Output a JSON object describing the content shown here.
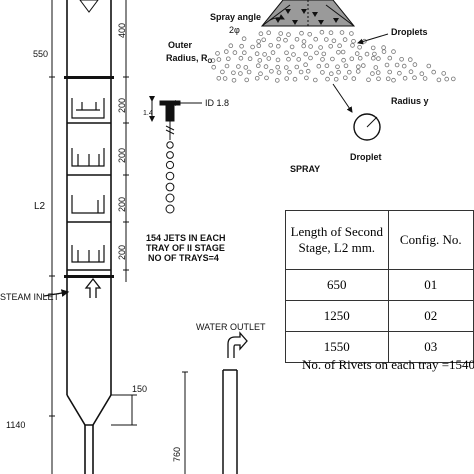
{
  "column_dims": {
    "d400": "400",
    "d550": "550",
    "d200a": "200",
    "d200b": "200",
    "d200c": "200",
    "d200d": "200",
    "l2": "L2",
    "d150": "150",
    "d1140": "1140",
    "d760": "760"
  },
  "labels": {
    "steam_inlet": "STEAM INLET",
    "water_outlet": "WATER OUTLET",
    "id": "ID 1.8",
    "jets_line1": "154 JETS IN EACH",
    "jets_line2": "TRAY OF II STAGE",
    "jets_line3": "NO OF TRAYS=4",
    "outer_radius_line1": "Outer",
    "outer_radius_line2": "Radius, R",
    "outer_radius_sub": "O",
    "spray_angle": "Spray angle",
    "two_phi": "2φ",
    "droplets": "Droplets",
    "radius_y": "Radius y",
    "droplet": "Droplet",
    "spray": "SPRAY",
    "dim_14": "1.4"
  },
  "table": {
    "headers": [
      "Length of Second Stage, L2 mm.",
      "Config. No."
    ],
    "rows": [
      [
        "650",
        "01"
      ],
      [
        "1250",
        "02"
      ],
      [
        "1550",
        "03"
      ]
    ]
  },
  "rivets_note": "No. of Rivets on each tray =1540"
}
